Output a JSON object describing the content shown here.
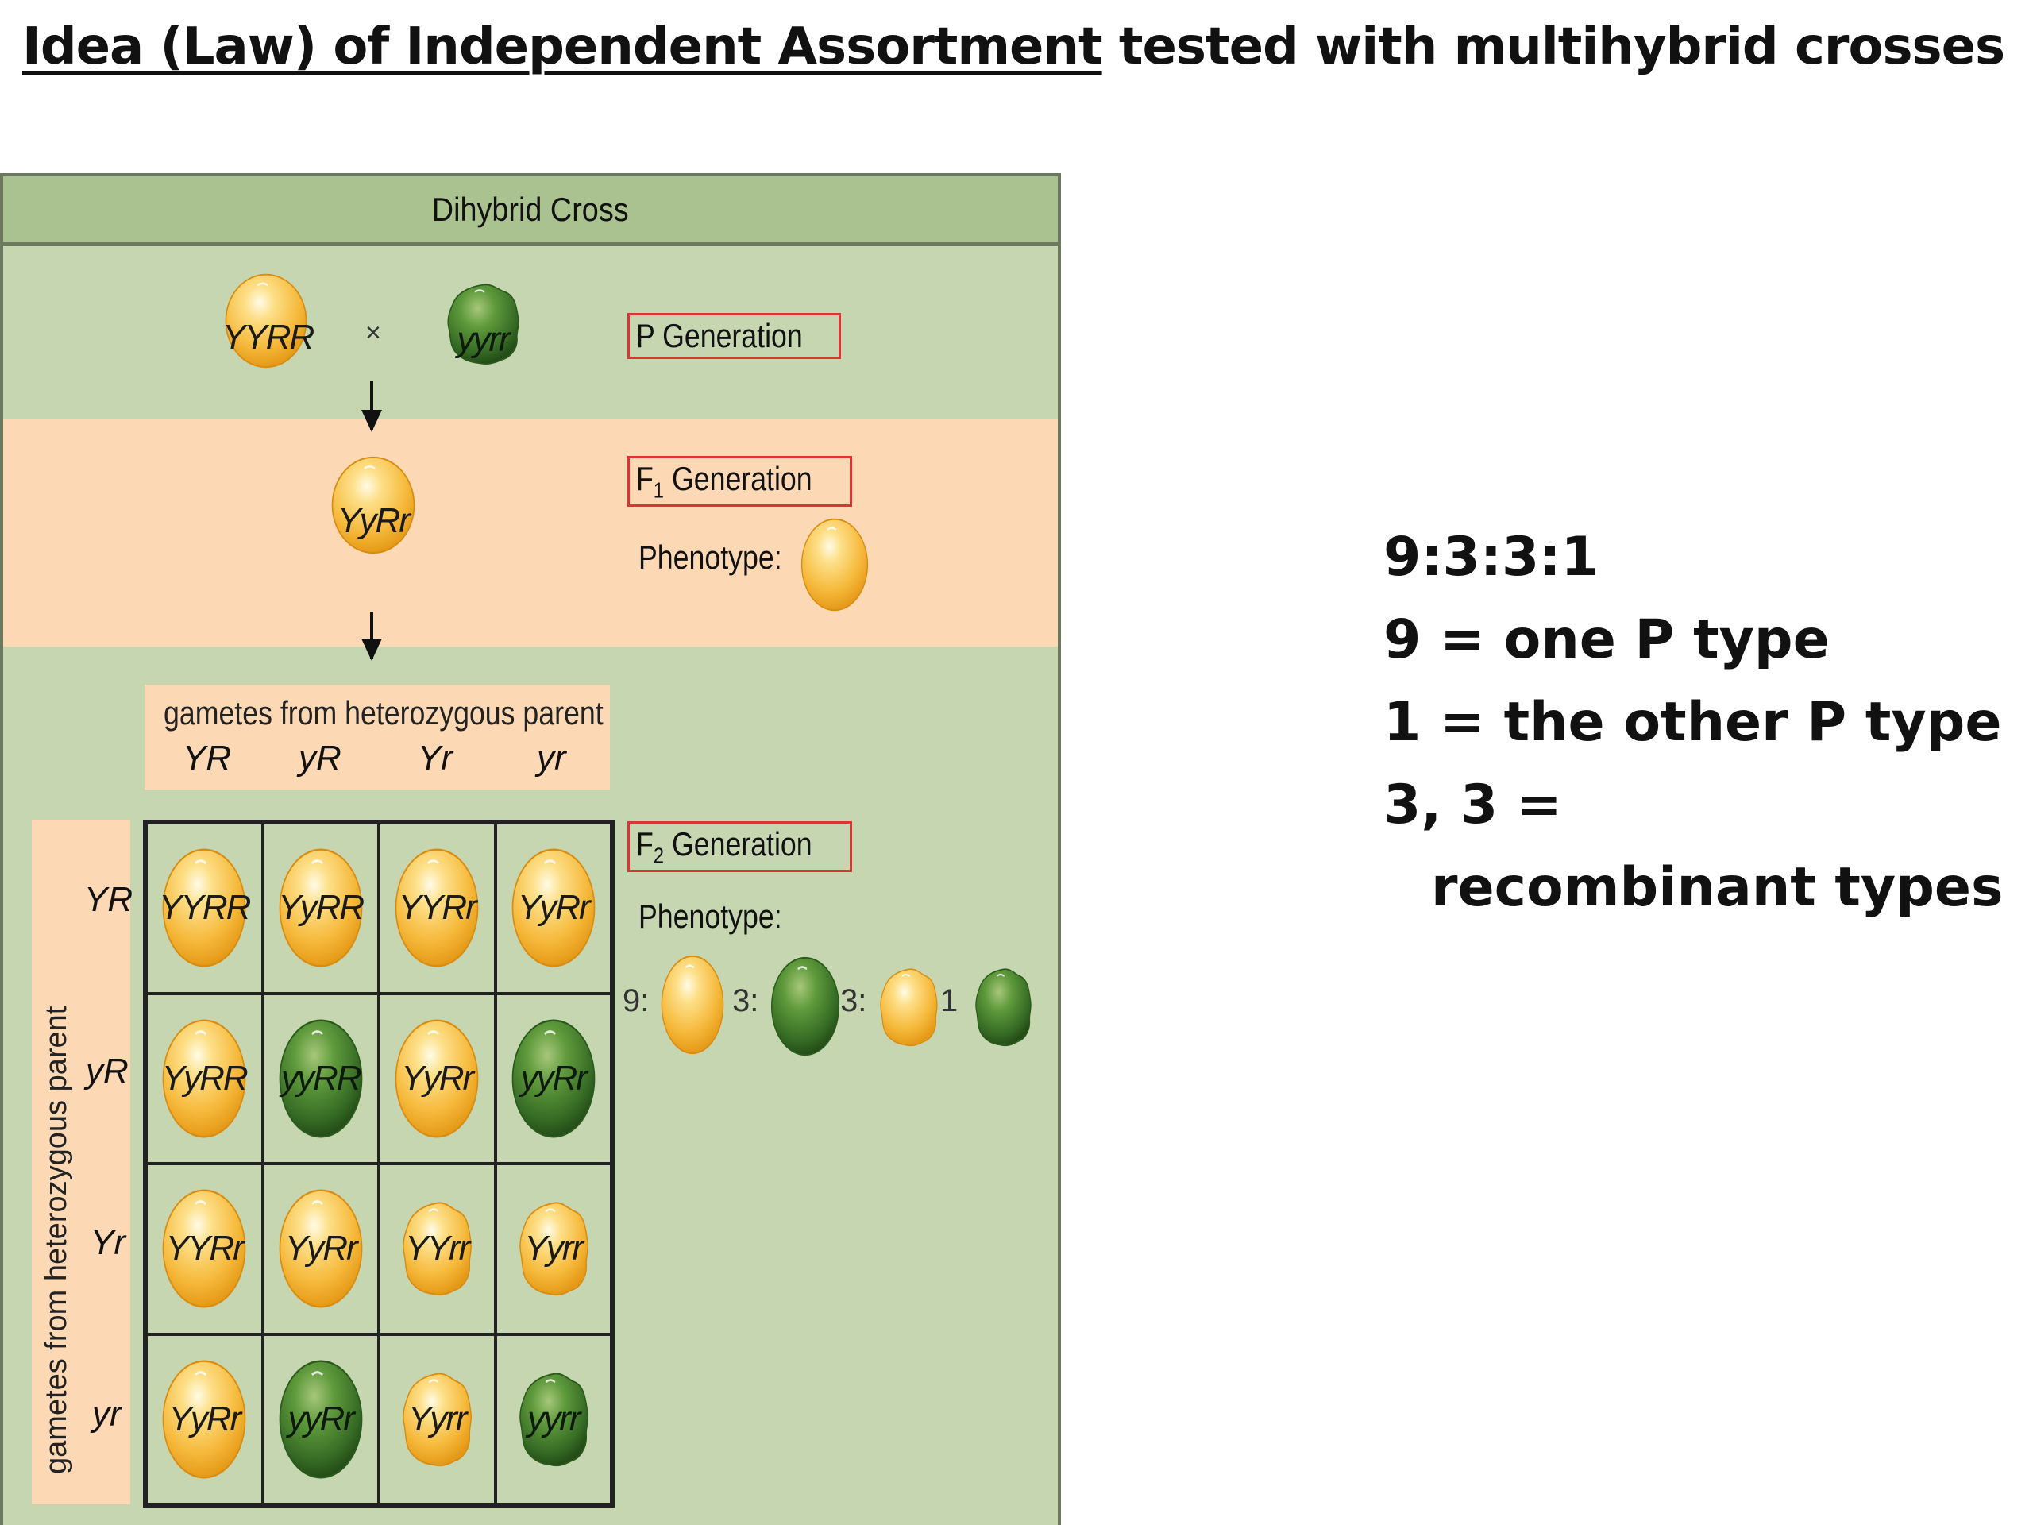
{
  "title": {
    "underlined": "Idea (Law) of Independent Assortment",
    "rest": " tested with multihybrid crosses"
  },
  "diagram": {
    "header": "Dihybrid Cross",
    "p_generation": {
      "label": "P Generation",
      "parent1": "YYRR",
      "cross_symbol": "×",
      "parent2": "yyrr"
    },
    "f1_generation": {
      "label_prefix": "F",
      "label_sub": "1",
      "label_suffix": " Generation",
      "genotype": "YyRr",
      "phenotype_label": "Phenotype:"
    },
    "gametes_top": {
      "title": "gametes from heterozygous parent",
      "list": [
        "YR",
        "yR",
        "Yr",
        "yr"
      ]
    },
    "gametes_side": {
      "title": "gametes from heterozygous parent",
      "list": [
        "YR",
        "yR",
        "Yr",
        "yr"
      ]
    },
    "punnett": [
      [
        "YYRR",
        "YyRR",
        "YYRr",
        "YyRr"
      ],
      [
        "YyRR",
        "yyRR",
        "YyRr",
        "yyRr"
      ],
      [
        "YYRr",
        "YyRr",
        "YYrr",
        "Yyrr"
      ],
      [
        "YyRr",
        "yyRr",
        "Yyrr",
        "yyrr"
      ]
    ],
    "f2_generation": {
      "label_prefix": "F",
      "label_sub": "2",
      "label_suffix": " Generation",
      "phenotype_label": "Phenotype:",
      "ratio": [
        {
          "count": "9",
          "sep": ":",
          "icon": "yellow-round-pea-icon"
        },
        {
          "count": "3",
          "sep": ":",
          "icon": "green-round-pea-icon"
        },
        {
          "count": "3",
          "sep": ":",
          "icon": "yellow-wrinkled-pea-icon"
        },
        {
          "count": "1",
          "sep": "",
          "icon": "green-wrinkled-pea-icon"
        }
      ]
    },
    "colors": {
      "panel": "#c6d6b1",
      "header": "#a9c28f",
      "band": "#fcd8b4",
      "yellow_pea": "#f6b93b",
      "green_pea": "#3f7a2c",
      "label_border": "#dd3333"
    }
  },
  "notes": {
    "line1": "9:3:3:1",
    "line2": "9 = one P type",
    "line3": "1 = the other P type",
    "line4": "3, 3 =",
    "line5": "recombinant types"
  }
}
